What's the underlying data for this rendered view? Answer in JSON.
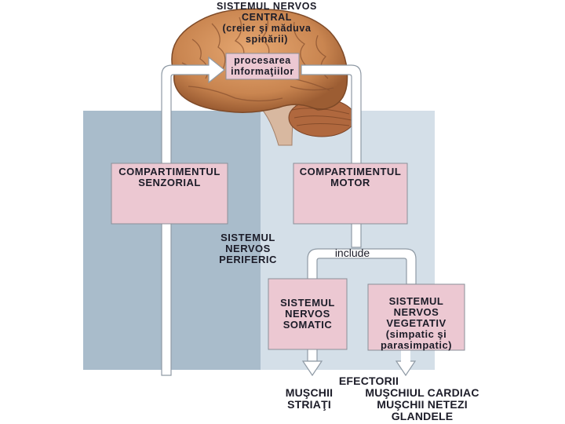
{
  "cns": {
    "title_lines": [
      "SISTEMUL NERVOS",
      "CENTRAL",
      "(creier şi măduva",
      "spinării)"
    ]
  },
  "processing": {
    "lines": [
      "procesarea",
      "informaţiilor"
    ]
  },
  "sensory": {
    "lines": [
      "COMPARTIMENTUL",
      "SENZORIAL"
    ]
  },
  "motor": {
    "lines": [
      "COMPARTIMENTUL",
      "MOTOR"
    ]
  },
  "pns": {
    "lines": [
      "SISTEMUL",
      "NERVOS",
      "PERIFERIC"
    ]
  },
  "include_label": "include",
  "somatic": {
    "lines": [
      "SISTEMUL",
      "NERVOS",
      "SOMATIC"
    ]
  },
  "vegetative": {
    "lines": [
      "SISTEMUL",
      "NERVOS",
      "VEGETATIV",
      "(simpatic şi",
      "parasimpatic)"
    ]
  },
  "effectors": {
    "title": "EFECTORII",
    "striated_lines": [
      "MUŞCHII",
      "STRIAŢI"
    ],
    "other_lines": [
      "MUŞCHIUL CARDIAC",
      "MUŞCHII NETEZI",
      "GLANDELE"
    ]
  },
  "colors": {
    "left_panel": "#a9bccb",
    "right_panel": "#d4dfe8",
    "box_fill": "#ecc8d2",
    "box_border": "#8a8f98",
    "arrow_fill": "#ffffff",
    "brain": "#c98550",
    "cerebellum": "#b0683e",
    "brainstem": "#d8b8a0"
  }
}
